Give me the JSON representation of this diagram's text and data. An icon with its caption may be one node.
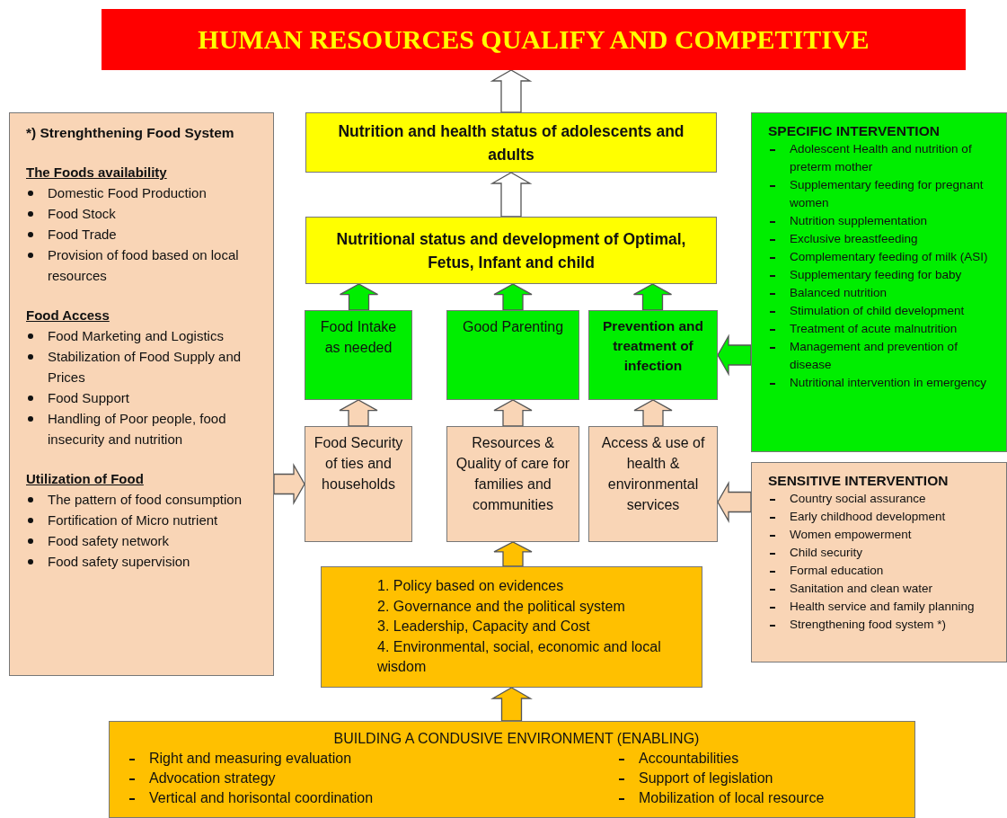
{
  "diagram": {
    "nodes": [
      {
        "text": [
          "HUMAN RESOURCES QUALIFY AND COMPETITIVE"
        ]
      },
      {
        "text": [
          "*) Strenghthening Food System",
          "The Foods availability",
          "Domestic Food Production",
          "Food Stock",
          "Food Trade",
          "Provision of food based on local resources",
          "Food Access",
          "Food Marketing and Logistics",
          "Stabilization of Food Supply and Prices",
          "Food Support",
          "Handling of Poor people, food insecurity and nutrition",
          "Utilization of Food",
          "The pattern of food consumption",
          "Fortification of Micro nutrient",
          "Food safety network",
          "Food safety supervision"
        ]
      },
      {
        "text": [
          "Nutrition and health status of adolescents and adults"
        ]
      },
      {
        "text": [
          "SPECIFIC INTERVENTION",
          "Adolescent Health and nutrition of preterm mother",
          "Supplementary feeding for pregnant women",
          "Nutrition supplementation",
          "Exclusive breastfeeding",
          "Complementary feeding of milk (ASI)",
          "Supplementary feeding for baby",
          "Balanced nutrition",
          "Stimulation of child development",
          "Treatment of acute malnutrition",
          "Management and prevention of disease",
          "Nutritional intervention in emergency"
        ]
      },
      {
        "text": [
          "Nutritional status and development of Optimal, Fetus, Infant and child"
        ]
      },
      {
        "text": [
          "Food Intake as needed"
        ]
      },
      {
        "text": [
          "Good Parenting"
        ]
      },
      {
        "text": [
          "Prevention and treatment of infection"
        ]
      },
      {
        "text": [
          "Food Security of ties and households"
        ]
      },
      {
        "text": [
          "Resources & Quality of care for families and communities"
        ]
      },
      {
        "text": [
          "Access & use of health & environmental services"
        ]
      },
      {
        "text": [
          "SENSITIVE INTERVENTION",
          "Country social assurance",
          "Early childhood development",
          "Women empowerment",
          "Child security",
          "Formal education",
          "Sanitation and clean water",
          "Health service and family planning",
          "Strengthening food system *)"
        ]
      },
      {
        "text": [
          "1. Policy based on evidences",
          "2. Governance and the political system",
          "3. Leadership, Capacity and Cost",
          "4. Environmental, social, economic and local wisdom"
        ]
      },
      {
        "text": [
          "BUILDING A CONDUSIVE ENVIRONMENT (ENABLING)",
          "Right and measuring evaluation",
          "Accountabilities",
          "Advocation strategy",
          "Support of legislation",
          "Vertical and horisontal coordination",
          "Mobilization of local resource"
        ]
      }
    ],
    "edges": [
      {
        "from": 2,
        "to": 0,
        "arrow": "to",
        "color": "#ffffff"
      },
      {
        "from": 4,
        "to": 2,
        "arrow": "to",
        "color": "#ffffff"
      },
      {
        "from": 5,
        "to": 4,
        "arrow": "to",
        "color": "#00ee00"
      },
      {
        "from": 6,
        "to": 4,
        "arrow": "to",
        "color": "#00ee00"
      },
      {
        "from": 7,
        "to": 4,
        "arrow": "to",
        "color": "#00ee00"
      },
      {
        "from": 3,
        "to": 7,
        "arrow": "to",
        "color": "#00ee00"
      },
      {
        "from": 8,
        "to": 5,
        "arrow": "to"
      },
      {
        "from": 9,
        "to": 6,
        "arrow": "to"
      },
      {
        "from": 10,
        "to": 7,
        "arrow": "to"
      },
      {
        "from": 1,
        "to": 8,
        "arrow": "to"
      },
      {
        "from": 11,
        "to": 10,
        "arrow": "to"
      },
      {
        "from": 12,
        "to": 9,
        "arrow": "to",
        "color": "#ffc000"
      },
      {
        "from": 13,
        "to": 12,
        "arrow": "to",
        "color": "#ffc000"
      }
    ]
  }
}
